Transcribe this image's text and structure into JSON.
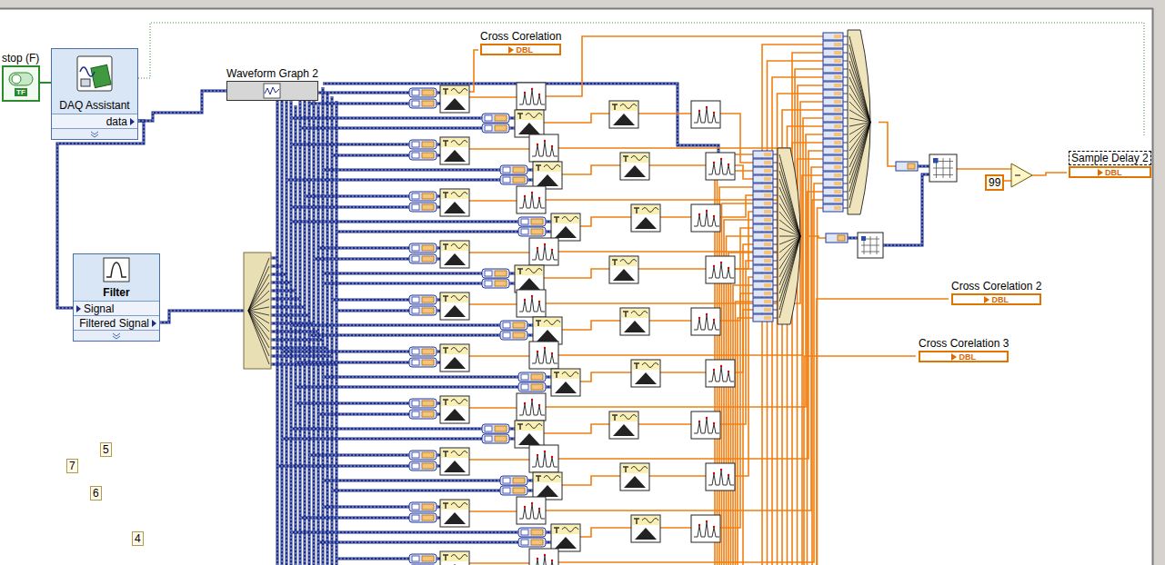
{
  "diagram": {
    "nodes": [
      {
        "text": [
          "stop (F)",
          "TF"
        ]
      },
      {
        "text": [
          "DAQ Assistant",
          "data"
        ]
      },
      {
        "text": [
          "Waveform Graph 2"
        ]
      },
      {
        "text": [
          "Filter",
          "Signal",
          "Filtered Signal"
        ]
      },
      {
        "text": [
          "Cross Corelation",
          "DBL"
        ]
      },
      {
        "text": [
          "Cross Corelation 2",
          "DBL"
        ]
      },
      {
        "text": [
          "Cross Corelation 3",
          "DBL"
        ]
      },
      {
        "text": [
          "Sample Delay 2",
          "DBL"
        ]
      },
      {
        "text": [
          "99"
        ]
      },
      {
        "text": [
          "5"
        ]
      },
      {
        "text": [
          "7"
        ]
      },
      {
        "text": [
          "6"
        ]
      },
      {
        "text": [
          "4"
        ]
      }
    ],
    "edges": [
      {
        "from": 0,
        "to": 1,
        "arrow": "none"
      },
      {
        "from": 1,
        "to": 2,
        "arrow": "none"
      },
      {
        "from": 1,
        "to": 3,
        "arrow": "none"
      }
    ]
  }
}
